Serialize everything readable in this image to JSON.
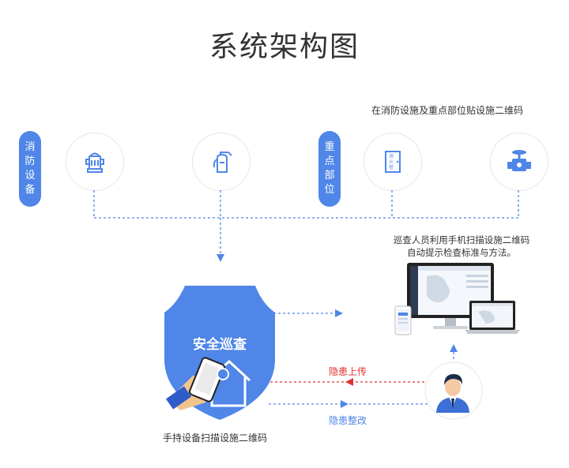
{
  "title": "系统架构图",
  "fire_equipment_label": [
    "消",
    "防",
    "设",
    "备"
  ],
  "key_area_label": [
    "重",
    "点",
    "部",
    "位"
  ],
  "qr_note": "在消防设施及重点部位贴设施二维码",
  "patrol_note_line1": "巡查人员利用手机扫描设施二维码",
  "patrol_note_line2": "自动提示检查标准与方法。",
  "shield_label": "安全巡查",
  "handheld_caption": "手持设备扫描设施二维码",
  "hazard_upload": "隐患上传",
  "hazard_fix": "隐患整改",
  "door_sign_lines": [
    "消",
    "火",
    "栓"
  ],
  "colors": {
    "accent": "#4f86e8",
    "upload_red": "#e03030",
    "line_blue": "#4f86e8",
    "circle_border": "#e6e6e6"
  }
}
